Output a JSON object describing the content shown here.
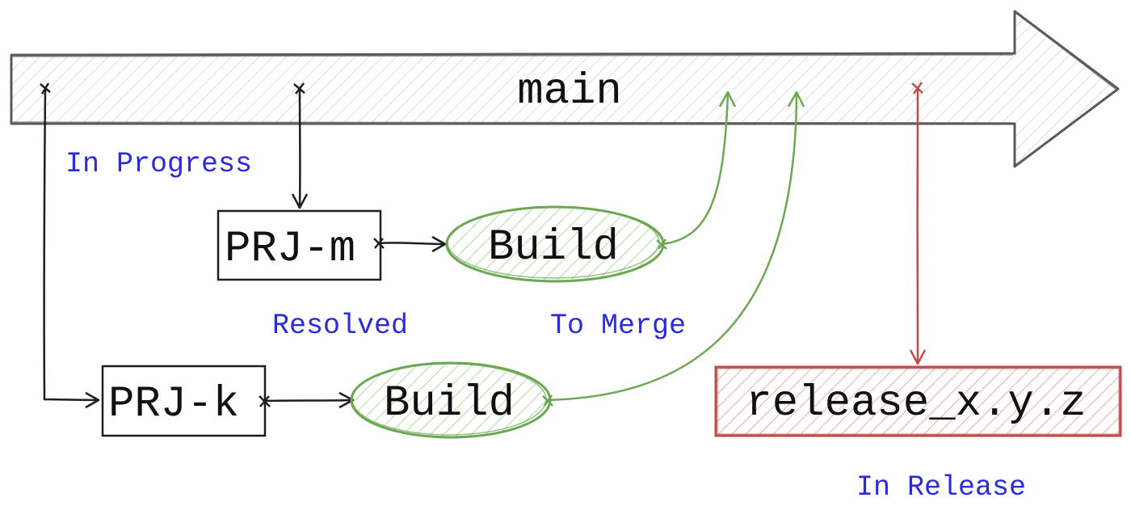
{
  "colors": {
    "stroke": "#1e1e1e",
    "main_arrow_stroke": "#5a5a5a",
    "main_hatch": "#dcdcdc",
    "build": "#6ca754",
    "build_hatch": "#bfe0b2",
    "release": "#c24a4a",
    "release_hatch": "#f2b8b8",
    "status_text": "#2b2bdc"
  },
  "main_branch": {
    "label": "main"
  },
  "tickets": [
    {
      "id": "prj-m",
      "label": "PRJ-m"
    },
    {
      "id": "prj-k",
      "label": "PRJ-k"
    }
  ],
  "builds": [
    {
      "id": "build-prj-m",
      "label": "Build"
    },
    {
      "id": "build-prj-k",
      "label": "Build"
    }
  ],
  "release_branch": {
    "label": "release_x.y.z"
  },
  "statuses": [
    {
      "id": "in-progress",
      "label": "In Progress"
    },
    {
      "id": "resolved",
      "label": "Resolved"
    },
    {
      "id": "to-merge",
      "label": "To Merge"
    },
    {
      "id": "in-release",
      "label": "In Release"
    }
  ]
}
